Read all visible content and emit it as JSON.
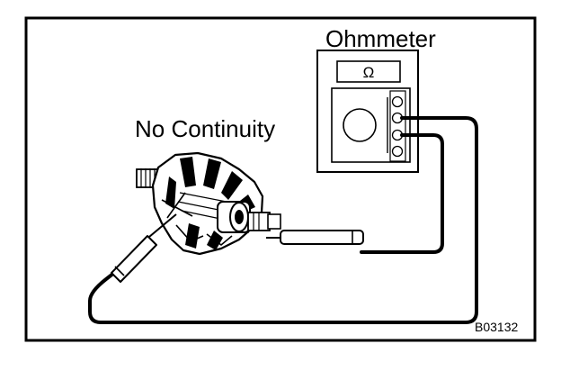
{
  "figure": {
    "meter_title": "Ohmmeter",
    "meter_symbol": "Ω",
    "result_label": "No Continuity",
    "figure_code": "B03132"
  },
  "colors": {
    "ink": "#000000",
    "paper": "#ffffff"
  }
}
